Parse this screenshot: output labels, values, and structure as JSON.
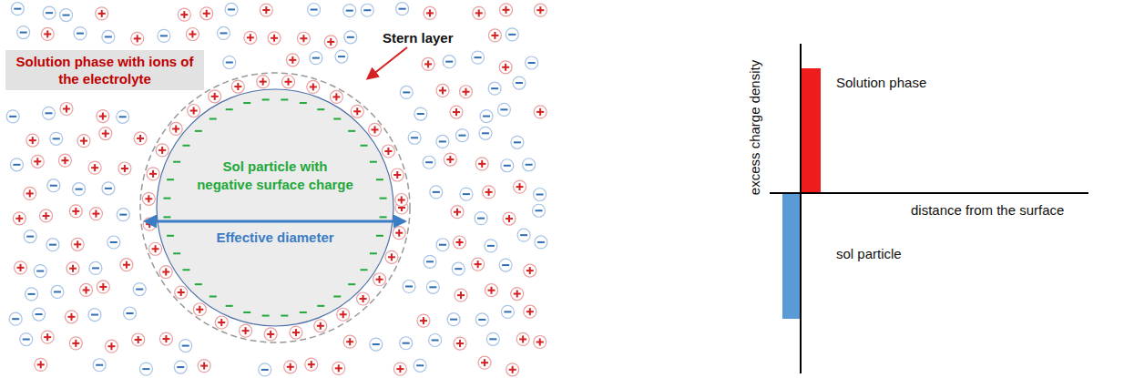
{
  "diagram": {
    "nodes": [
      {
        "text": [
          "Solution phase with ions of the electrolyte"
        ]
      },
      {
        "text": [
          "Sol particle with negative surface charge"
        ]
      }
    ],
    "labels": [
      "Stern layer",
      "Effective diameter",
      "excess charge density",
      "distance from the surface",
      "Solution phase",
      "sol particle"
    ]
  }
}
